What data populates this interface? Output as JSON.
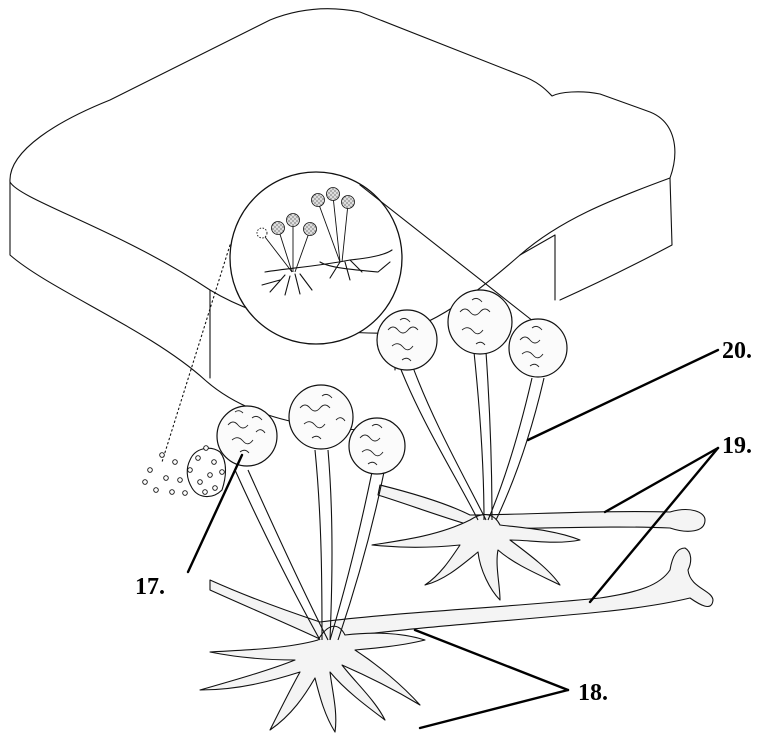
{
  "labels": {
    "sporangium": "17.",
    "rhizoids": "18.",
    "stolon": "19.",
    "sporangiophore": "20."
  }
}
